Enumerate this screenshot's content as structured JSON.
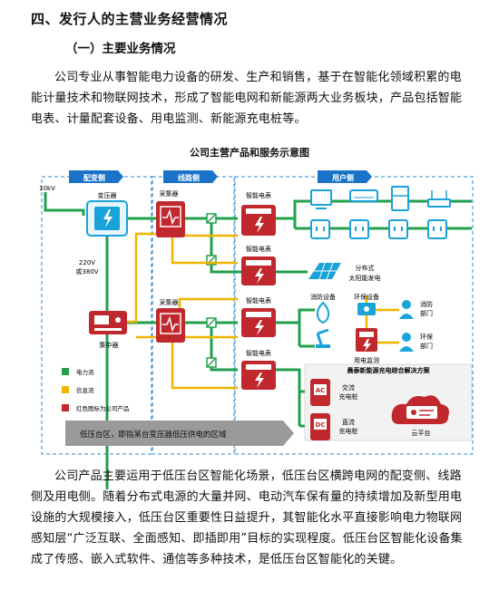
{
  "section_title": "四、发行人的主营业务经营情况",
  "subsection_title": "（一）主要业务情况",
  "paragraph1": "公司专业从事智能电力设备的研发、生产和销售，基于在智能化领域积累的电能计量技术和物联网技术，形成了智能电网和新能源两大业务板块，产品包括智能电表、计量配套设备、用电监测、新能源充电桩等。",
  "figure": {
    "title": "公司主营产品和服务示意图",
    "headers": {
      "distribution": "配变侧",
      "line": "线路侧",
      "user": "用户侧"
    },
    "labels": {
      "voltage_in": "10kV",
      "transformer": "变压器",
      "voltage_out1": "220V",
      "voltage_out2": "或380V",
      "concentrator": "集中器",
      "collector1": "采集器",
      "collector2": "采集器",
      "meter1": "智能电表",
      "meter2": "智能电表",
      "meter3": "智能电表",
      "meter4": "智能电表",
      "solar1": "分布式",
      "solar2": "太阳能发电",
      "fire_equipment": "消防设备",
      "env_equipment": "环保设备",
      "fire_dept1": "消防",
      "fire_dept2": "部门",
      "env_dept1": "环保",
      "env_dept2": "部门",
      "monitoring": "用电监测",
      "charging_solution": "晨泰新能源充电综合解决方案",
      "ac_charger1": "交流",
      "ac_charger2": "充电桩",
      "dc_charger1": "直流",
      "dc_charger2": "充电桩",
      "cloud": "云平台",
      "ac": "AC",
      "dc": "DC"
    },
    "legend": [
      {
        "label": "电力流",
        "color": "#22a04b"
      },
      {
        "label": "信息流",
        "color": "#f0b400"
      },
      {
        "label": "红色图标为公司产品",
        "color": "#c0282d"
      }
    ],
    "footer_arrow": "低压台区，即指某台变压器低压供电的区域"
  },
  "paragraph2": "公司产品主要运用于低压台区智能化场景，低压台区横跨电网的配变侧、线路侧及用电侧。随着分布式电源的大量并网、电动汽车保有量的持续增加及新型用电设施的大规模接入，低压台区重要性日益提升，其智能化水平直接影响电力物联网感知层“广泛互联、全面感知、即插即用”目标的实现程度。低压台区智能化设备集成了传感、嵌入式软件、通信等多种技术，是低压台区智能化的关键。",
  "colors": {
    "power": "#22a04b",
    "info": "#f0b400",
    "product": "#c0282d",
    "device": "#1aa3d9",
    "header": "#1a73c8"
  }
}
